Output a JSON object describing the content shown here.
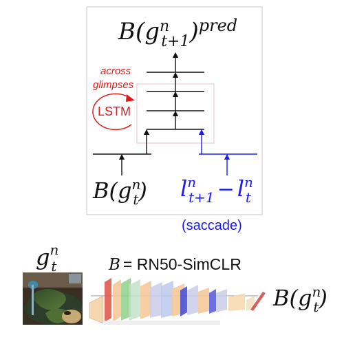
{
  "top_panel": {
    "output_label": {
      "base": "B(g",
      "sup": "n",
      "sub": "t+1",
      "close": ")",
      "post_sup": "pred"
    },
    "input_left": {
      "base": "B(g",
      "sup": "n",
      "sub": "t",
      "close": ")"
    },
    "input_right": {
      "a": "l",
      "a_sup": "n",
      "a_sub": "t+1",
      "minus": "−",
      "b": "l",
      "b_sup": "n",
      "b_sub": "t"
    },
    "saccade_label": "(saccade)",
    "lstm": {
      "label": "LSTM",
      "caption_line1": "across",
      "caption_line2": "glimpses"
    }
  },
  "bottom_row": {
    "glimpse_label": {
      "base": "g",
      "sup": "n",
      "sub": "t"
    },
    "encoder_label": {
      "lhs": "B",
      "rhs": "= RN50-SimCLR"
    },
    "output_label": {
      "base": "B(g",
      "sup": "n",
      "sub": "t",
      "close": ")"
    }
  },
  "colors": {
    "panel_border": "#c8c8c8",
    "inner_box_border": "#e8c4c4",
    "black": "#111111",
    "blue": "#1a1aff",
    "red": "#e01b1b"
  }
}
